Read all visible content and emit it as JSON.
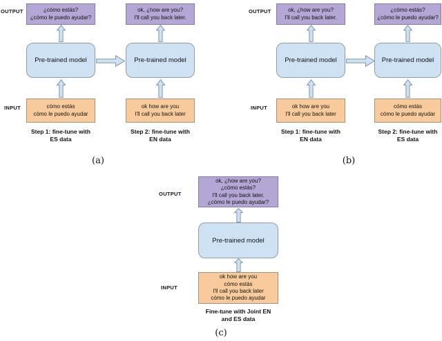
{
  "colors": {
    "output_box_fill": "#b4a7d6",
    "output_box_border": "#8877ab",
    "model_box_fill": "#cfe2f3",
    "model_box_border": "#8f9ba5",
    "input_box_fill": "#f9cb9c",
    "input_box_border": "#a39179",
    "arrow_fill": "#cfe2f3",
    "arrow_stroke": "#7d95aa",
    "text": "#111111"
  },
  "labels": {
    "output": "OUTPUT",
    "input": "INPUT"
  },
  "model_label": "Pre-trained model",
  "figures": {
    "a": {
      "tag": "(a)",
      "steps": [
        {
          "output": [
            "¿cómo estás?",
            "¿cómo le puedo ayudar?"
          ],
          "input": [
            "cómo estás",
            "cómo le puedo ayudar"
          ],
          "caption": [
            "Step 1: fine-tune with",
            "ES data"
          ]
        },
        {
          "output": [
            "ok, ¿how are you?",
            "I'll call you back later."
          ],
          "input": [
            "ok how are you",
            "I'll call you back later"
          ],
          "caption": [
            "Step 2: fine-tune with",
            "EN data"
          ]
        }
      ]
    },
    "b": {
      "tag": "(b)",
      "steps": [
        {
          "output": [
            "ok, ¿how are you?",
            "I'll call you back later."
          ],
          "input": [
            "ok how are you",
            "I'll call you back later"
          ],
          "caption": [
            "Step 1: fine-tune with",
            "EN data"
          ]
        },
        {
          "output": [
            "¿cómo estás?",
            "¿cómo le puedo ayudar?"
          ],
          "input": [
            "cómo estás",
            "cómo le puedo ayudar"
          ],
          "caption": [
            "Step 2: fine-tune with",
            "ES data"
          ]
        }
      ]
    },
    "c": {
      "tag": "(c)",
      "output": [
        "ok, ¿how are you?",
        "¿cómo estás?",
        "I'll call you back later.",
        "¿cómo le puedo ayudar?"
      ],
      "input": [
        "ok how are you",
        "cómo estás",
        "I'll call you back later",
        "cómo le puedo ayudar"
      ],
      "caption": [
        "Fine-tune with Joint EN",
        "and ES data"
      ]
    }
  }
}
